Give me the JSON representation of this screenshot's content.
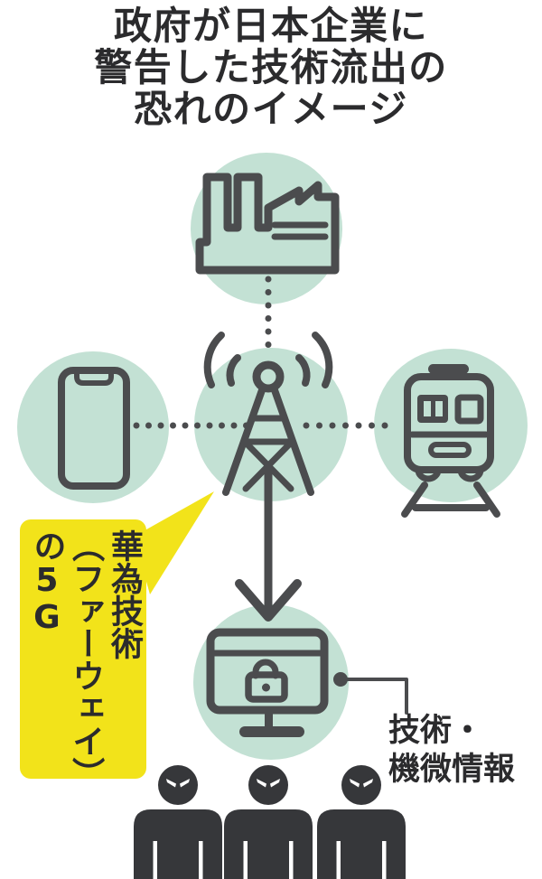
{
  "title": {
    "lines": [
      "政府が日本企業に",
      "警告した技術流出の",
      "恐れのイメージ"
    ]
  },
  "diagram": {
    "bubble": {
      "full_text": "華為技術（ファーウェイ）の5G",
      "lines": [
        "華為技術",
        "（ファーウェイ）",
        "の",
        "5G"
      ]
    },
    "callout": {
      "full_text": "技術・機微情報",
      "lines": [
        "技術・",
        "機微情報"
      ]
    },
    "icons": {
      "top": "factory-icon",
      "left": "smartphone-icon",
      "center": "cell-tower-icon",
      "right": "train-icon",
      "bottom": "monitor-lock-icon",
      "bottom_row": "spy-figures-icon"
    }
  },
  "colors": {
    "background": "#ffffff",
    "circle": "#c3e1d4",
    "icon": "#4b4c4e",
    "figure": "#36373a",
    "bubble": "#f2e31a",
    "text": "#2b2b2d"
  }
}
